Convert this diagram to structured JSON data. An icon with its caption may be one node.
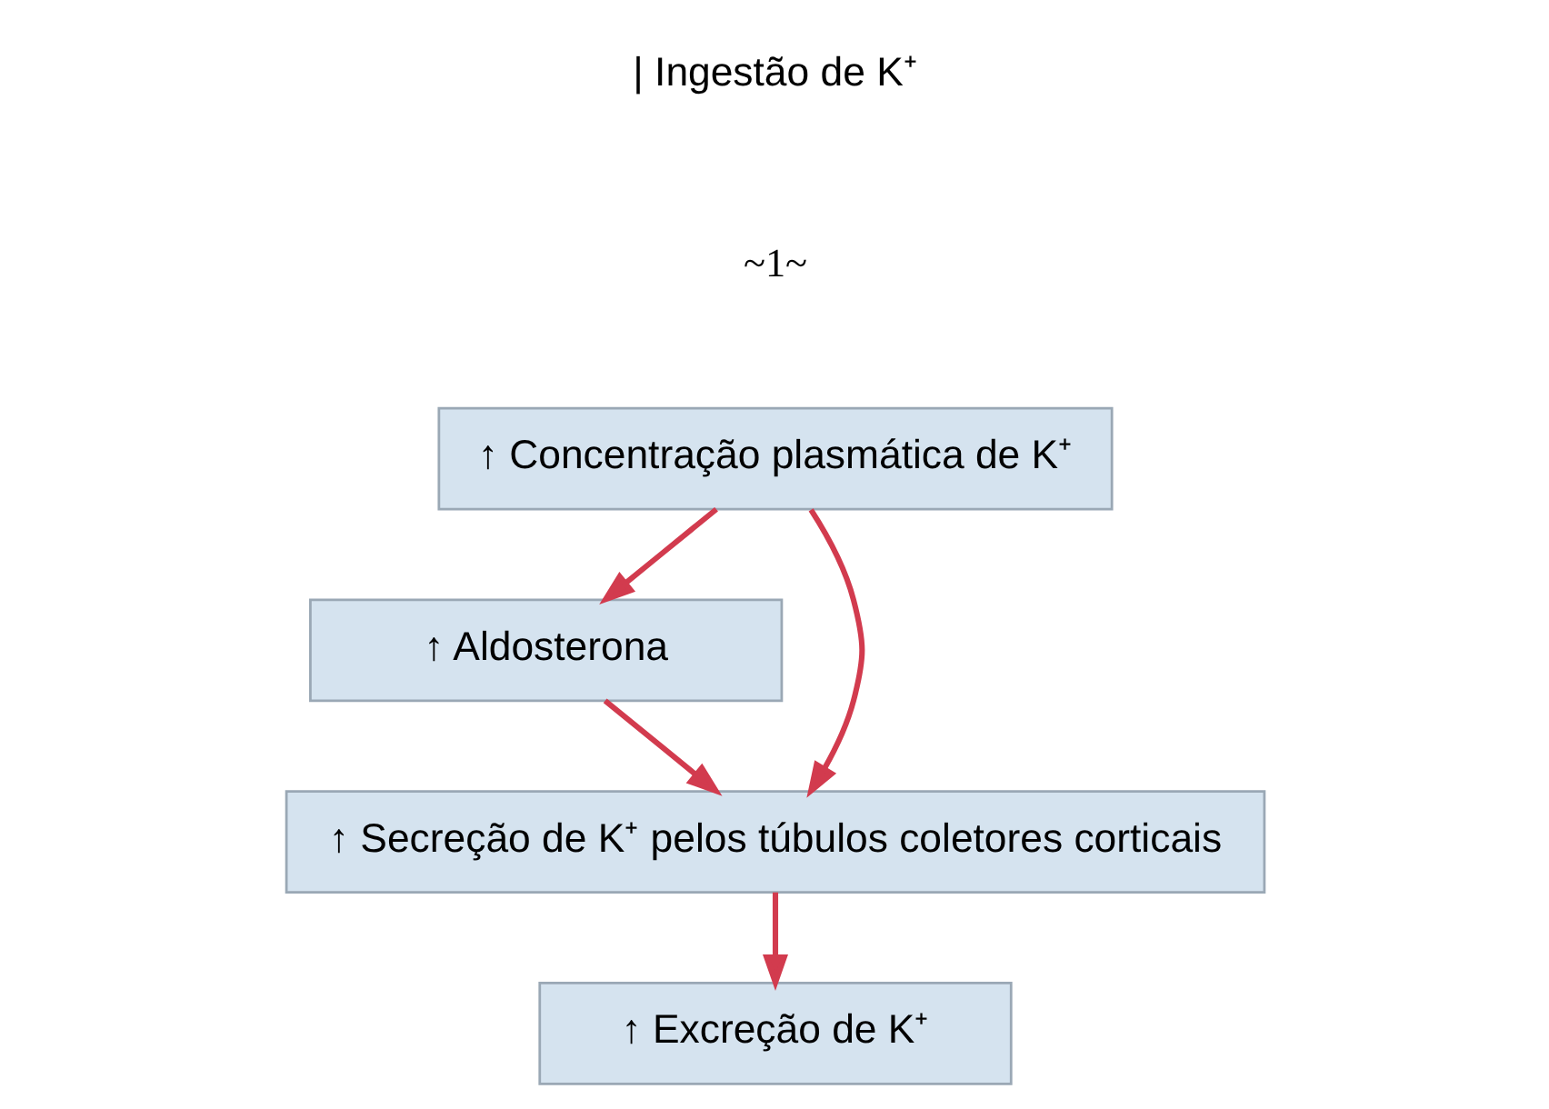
{
  "diagram": {
    "nodes": [
      {
        "text": [
          "↑ Concentração plasmática de K⁺"
        ]
      },
      {
        "text": [
          "↑ Aldosterona"
        ]
      },
      {
        "text": [
          "↑ Secreção de K⁺ pelos túbulos coletores corticais"
        ]
      },
      {
        "text": [
          "↑ Excreção de K⁺"
        ]
      }
    ],
    "edges": [
      {
        "from": 0,
        "to": 1,
        "arrow": "to"
      },
      {
        "from": 0,
        "to": 2,
        "arrow": "to"
      },
      {
        "from": 1,
        "to": 2,
        "arrow": "to"
      },
      {
        "from": 2,
        "to": 3,
        "arrow": "to"
      }
    ],
    "labels": [
      "| Ingestão de K⁺",
      "~1~"
    ]
  }
}
